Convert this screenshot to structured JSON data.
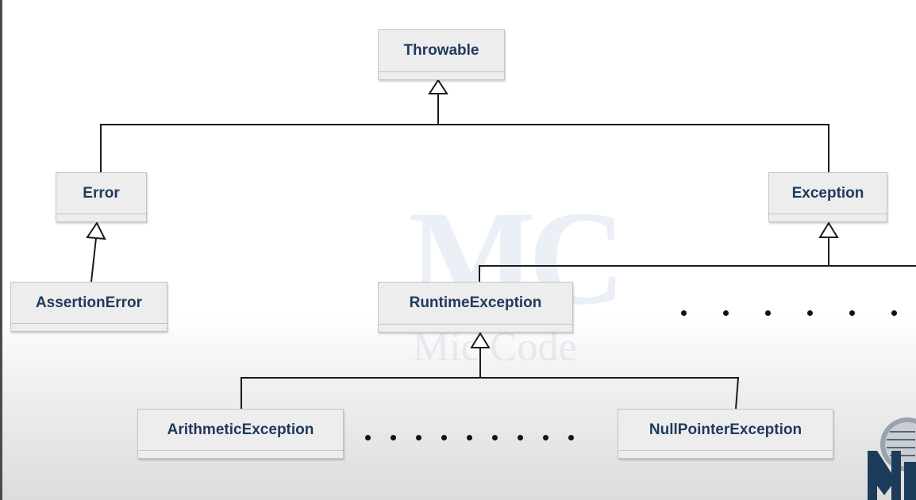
{
  "diagram": {
    "nodes": {
      "throwable": "Throwable",
      "error": "Error",
      "exception": "Exception",
      "assertion_error": "AssertionError",
      "runtime_exception": "RuntimeException",
      "arithmetic_exception": "ArithmeticException",
      "null_pointer_exception": "NullPointerException"
    },
    "ellipsis_upper_count": 6,
    "ellipsis_lower_count": 9
  },
  "watermark": {
    "text": "Mic Code"
  },
  "colors": {
    "node_fill": "#ededed",
    "node_border": "#c4c4c4",
    "label_text": "#1f3a5c",
    "connector": "#1a1a1a"
  },
  "icons": {
    "inheritance_arrow": "hollow-triangle-arrow",
    "channel_logo": "mc-logo"
  }
}
